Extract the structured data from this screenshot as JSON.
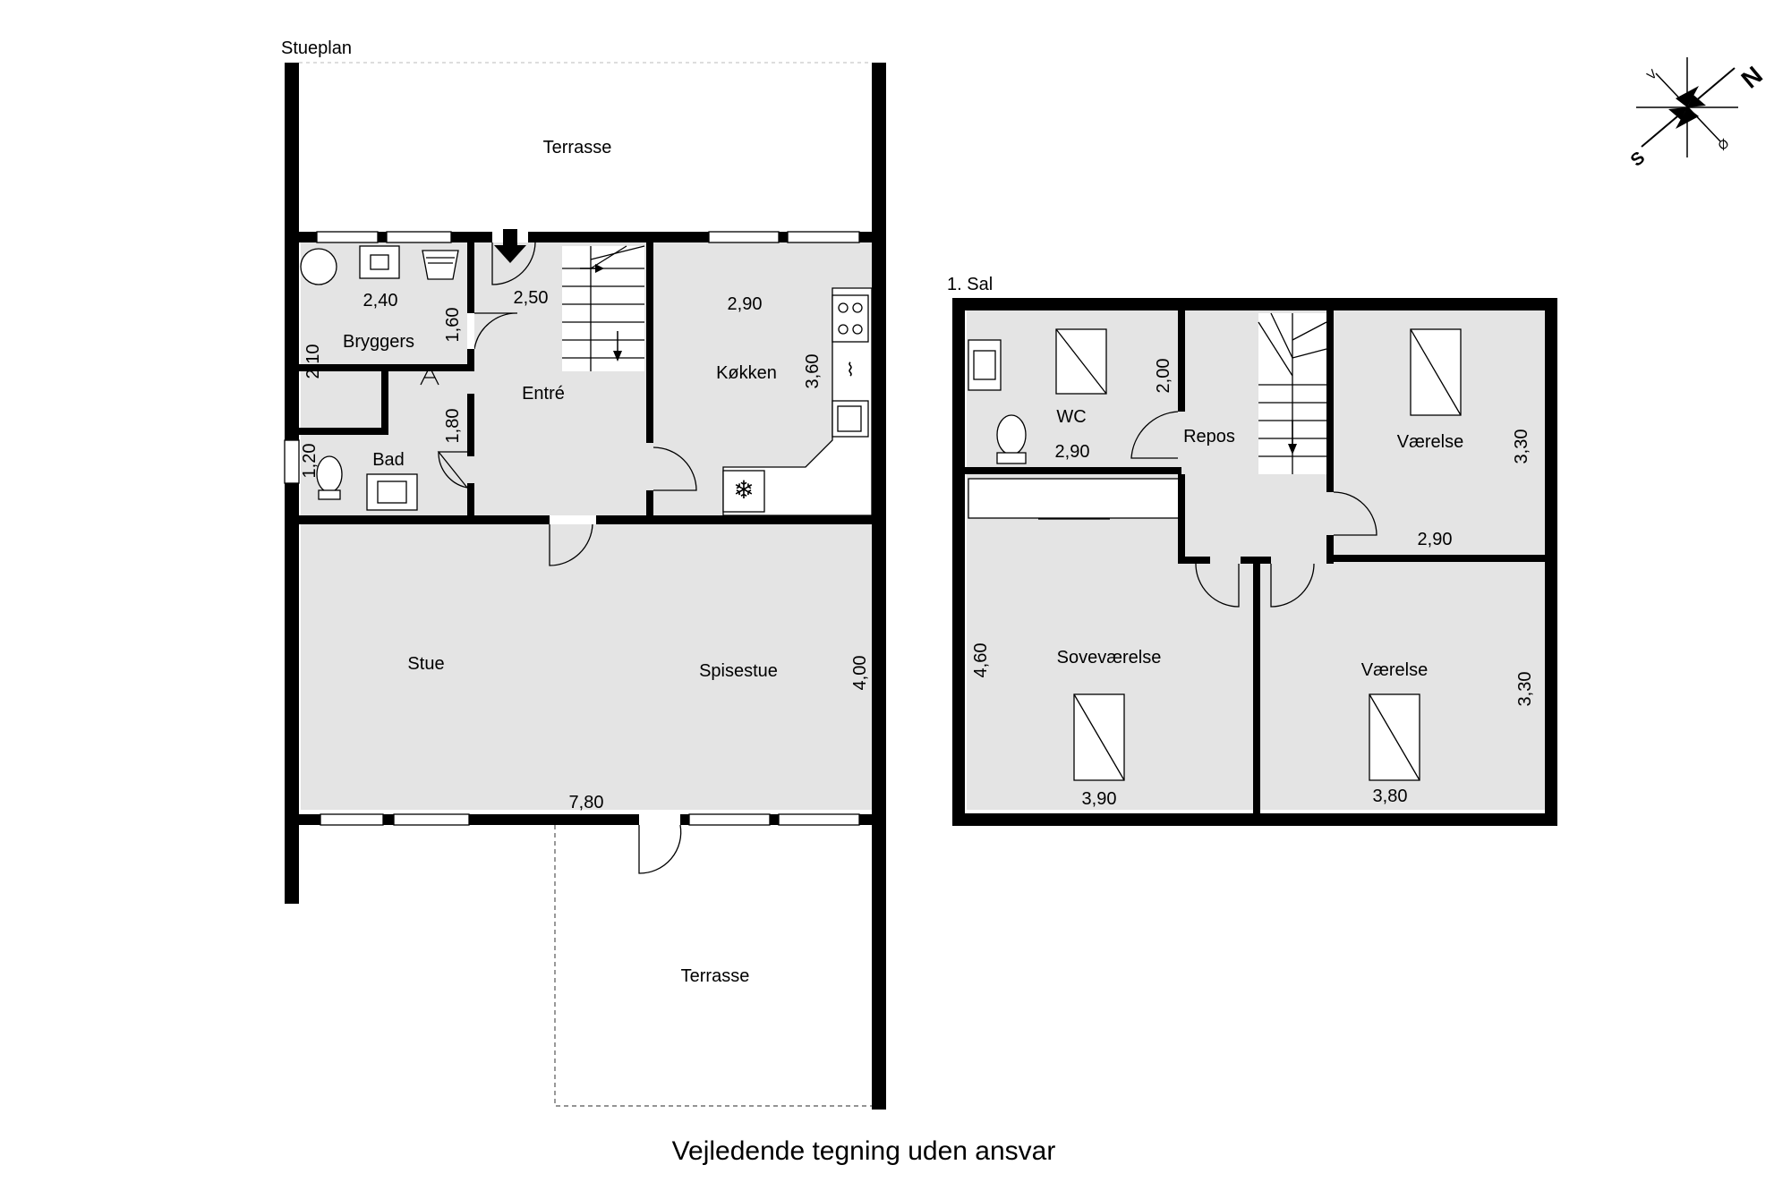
{
  "ground_floor": {
    "title": "Stueplan",
    "rooms": {
      "terrace_top": "Terrasse",
      "bryggers": "Bryggers",
      "entre": "Entré",
      "kokken": "Køkken",
      "bad": "Bad",
      "stue": "Stue",
      "spisestue": "Spisestue",
      "terrace_bottom": "Terrasse"
    },
    "dimensions": {
      "bryggers_width": "2,40",
      "bryggers_height": "2,10",
      "bryggers_side": "1,60",
      "entre_width": "2,50",
      "kokken_width": "2,90",
      "kokken_height": "3,60",
      "bad_side": "1,80",
      "bad_height": "1,20",
      "stue_height": "4,00",
      "stue_width": "7,80"
    }
  },
  "first_floor": {
    "title": "1. Sal",
    "rooms": {
      "wc": "WC",
      "repos": "Repos",
      "vaerelse_1": "Værelse",
      "sovevaerelse": "Soveværelse",
      "vaerelse_2": "Værelse"
    },
    "dimensions": {
      "wc_height": "2,00",
      "wc_width": "2,90",
      "vaerelse_1_height": "3,30",
      "vaerelse_1_width": "2,90",
      "sovevaerelse_height": "4,60",
      "sovevaerelse_width": "3,90",
      "vaerelse_2_height": "3,30",
      "vaerelse_2_width": "3,80"
    }
  },
  "compass": {
    "n": "N",
    "v": "V",
    "s": "S",
    "o": "Ø",
    "icon": "compass-rose-icon"
  },
  "footer": "Vejledende tegning uden ansvar"
}
